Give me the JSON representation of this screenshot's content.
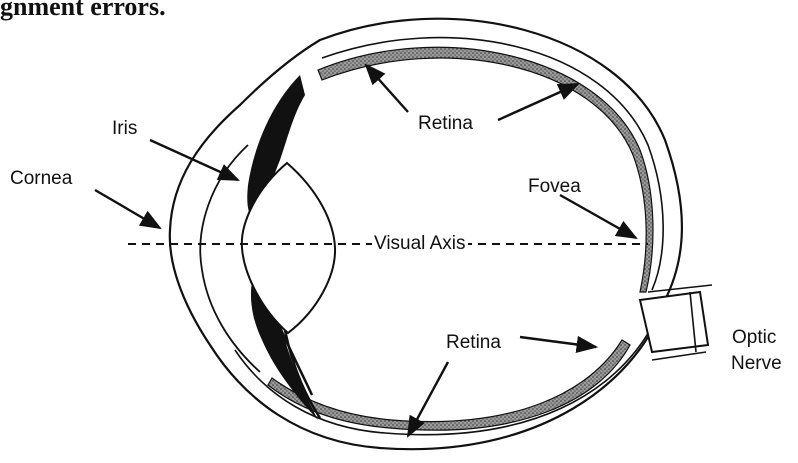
{
  "heading_fragment": "gnment errors.",
  "labels": {
    "iris": "Iris",
    "retina_top": "Retina",
    "cornea": "Cornea",
    "fovea": "Fovea",
    "visual_axis": "Visual Axis",
    "retina_bottom": "Retina",
    "optic_line1": "Optic",
    "optic_line2": "Nerve"
  },
  "colors": {
    "ink": "#111111",
    "retina_fill": "#8a8a8a",
    "background": "#ffffff"
  }
}
